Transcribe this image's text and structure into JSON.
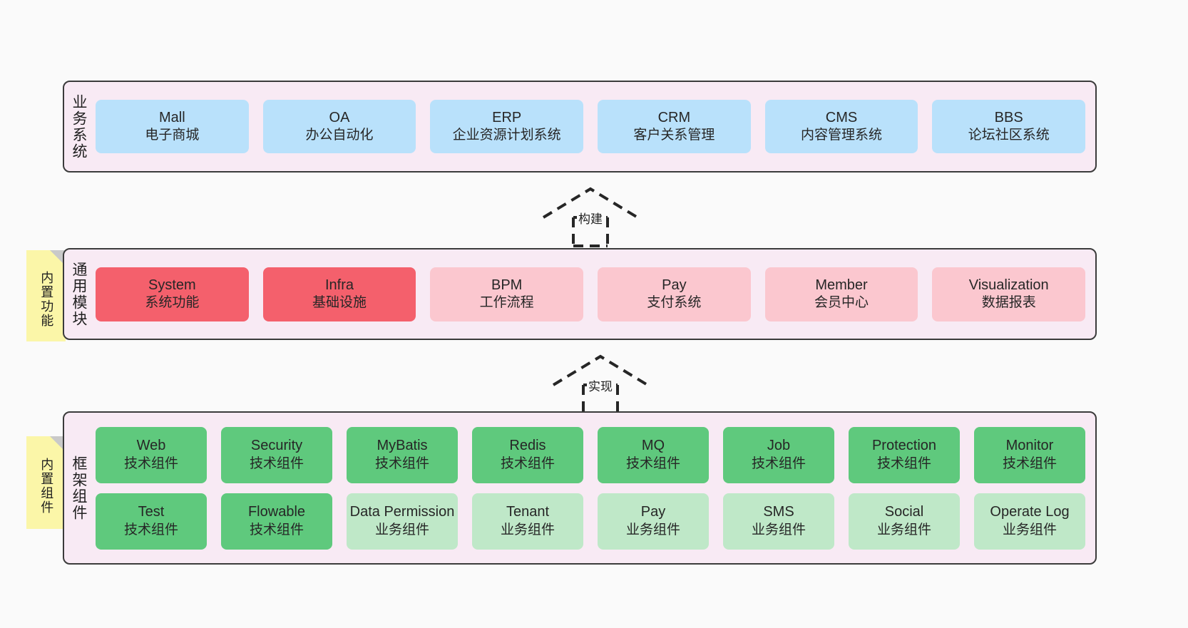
{
  "diagram": {
    "title": "ruoyi-vue-pro architecture layers",
    "background": "#fafafa",
    "colors": {
      "panel": "#f8eaf4",
      "panel_border": "#3b3b3b",
      "business": "#b9e1fb",
      "module_core": "#f4606c",
      "module_optional": "#fbc7cf",
      "component_tech": "#5fc97d",
      "component_business": "#bfe8c8",
      "note": "#fbf6a8",
      "note_fold": "#c9c9c9"
    }
  },
  "layers": [
    {
      "id": "business",
      "title": "业务系统",
      "rows": [
        [
          {
            "name": "Mall",
            "desc": "电子商城",
            "style": "c-blue"
          },
          {
            "name": "OA",
            "desc": "办公自动化",
            "style": "c-blue"
          },
          {
            "name": "ERP",
            "desc": "企业资源计划系统",
            "style": "c-blue"
          },
          {
            "name": "CRM",
            "desc": "客户关系管理",
            "style": "c-blue"
          },
          {
            "name": "CMS",
            "desc": "内容管理系统",
            "style": "c-blue"
          },
          {
            "name": "BBS",
            "desc": "论坛社区系统",
            "style": "c-blue"
          }
        ]
      ]
    },
    {
      "id": "common",
      "title": "通用模块",
      "rows": [
        [
          {
            "name": "System",
            "desc": "系统功能",
            "style": "c-red"
          },
          {
            "name": "Infra",
            "desc": "基础设施",
            "style": "c-red"
          },
          {
            "name": "BPM",
            "desc": "工作流程",
            "style": "c-pink"
          },
          {
            "name": "Pay",
            "desc": "支付系统",
            "style": "c-pink"
          },
          {
            "name": "Member",
            "desc": "会员中心",
            "style": "c-pink"
          },
          {
            "name": "Visualization",
            "desc": "数据报表",
            "style": "c-pink"
          }
        ]
      ]
    },
    {
      "id": "framework",
      "title": "框架组件",
      "rows": [
        [
          {
            "name": "Web",
            "desc": "技术组件",
            "style": "c-green"
          },
          {
            "name": "Security",
            "desc": "技术组件",
            "style": "c-green"
          },
          {
            "name": "MyBatis",
            "desc": "技术组件",
            "style": "c-green"
          },
          {
            "name": "Redis",
            "desc": "技术组件",
            "style": "c-green"
          },
          {
            "name": "MQ",
            "desc": "技术组件",
            "style": "c-green"
          },
          {
            "name": "Job",
            "desc": "技术组件",
            "style": "c-green"
          },
          {
            "name": "Protection",
            "desc": "技术组件",
            "style": "c-green"
          },
          {
            "name": "Monitor",
            "desc": "技术组件",
            "style": "c-green"
          }
        ],
        [
          {
            "name": "Test",
            "desc": "技术组件",
            "style": "c-green"
          },
          {
            "name": "Flowable",
            "desc": "技术组件",
            "style": "c-green"
          },
          {
            "name": "Data Permission",
            "desc": "业务组件",
            "style": "c-lgreen"
          },
          {
            "name": "Tenant",
            "desc": "业务组件",
            "style": "c-lgreen"
          },
          {
            "name": "Pay",
            "desc": "业务组件",
            "style": "c-lgreen"
          },
          {
            "name": "SMS",
            "desc": "业务组件",
            "style": "c-lgreen"
          },
          {
            "name": "Social",
            "desc": "业务组件",
            "style": "c-lgreen"
          },
          {
            "name": "Operate Log",
            "desc": "业务组件",
            "style": "c-lgreen"
          }
        ]
      ]
    }
  ],
  "notes": [
    {
      "id": "note-common",
      "text": "内置功能"
    },
    {
      "id": "note-framework",
      "text": "内置组件"
    }
  ],
  "arrows": [
    {
      "id": "arrow-build",
      "label": "构建",
      "from": "通用模块",
      "to": "业务系统",
      "style": "dashed-generalization"
    },
    {
      "id": "arrow-impl",
      "label": "实现",
      "from": "框架组件",
      "to": "通用模块",
      "style": "dashed-generalization"
    }
  ]
}
